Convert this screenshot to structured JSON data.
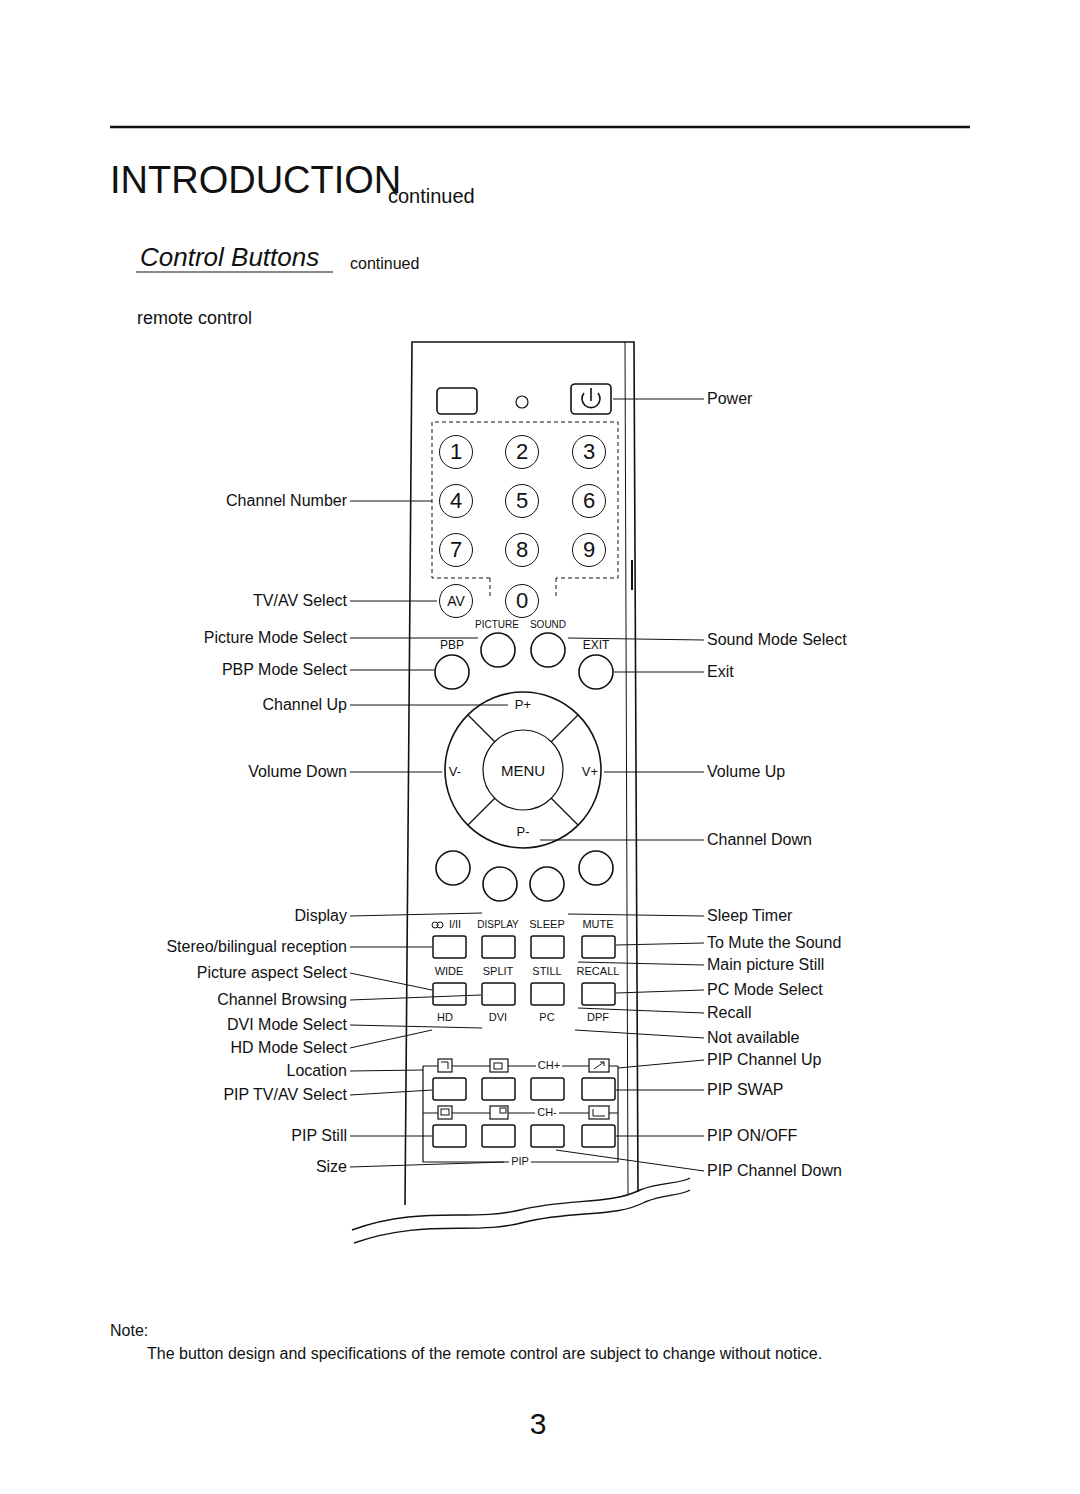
{
  "diagram": {
    "title": "INTRODUCTION",
    "nodes": [
      {
        "text": [
          "1"
        ]
      },
      {
        "text": [
          "2"
        ]
      },
      {
        "text": [
          "3"
        ]
      },
      {
        "text": [
          "4"
        ]
      },
      {
        "text": [
          "5"
        ]
      },
      {
        "text": [
          "6"
        ]
      },
      {
        "text": [
          "7"
        ]
      },
      {
        "text": [
          "8"
        ]
      },
      {
        "text": [
          "9"
        ]
      },
      {
        "text": [
          "AV"
        ]
      },
      {
        "text": [
          "0"
        ]
      },
      {
        "text": [
          "MENU"
        ]
      }
    ],
    "labels": [
      "continued",
      "Control Buttons",
      "continued",
      "remote control",
      "Power",
      "Channel Number",
      "TV/AV Select",
      "PICTURE",
      "SOUND",
      "Picture Mode Select",
      "Sound Mode Select",
      "PBP",
      "EXIT",
      "PBP Mode Select",
      "Exit",
      "P+",
      "Channel Up",
      "V-",
      "V+",
      "Volume Down",
      "Volume Up",
      "P-",
      "Channel Down",
      "Display",
      "I/II",
      "DISPLAY",
      "SLEEP",
      "MUTE",
      "Sleep Timer",
      "Stereo/bilingual reception",
      "To Mute the Sound",
      "Picture aspect Select",
      "WIDE",
      "SPLIT",
      "STILL",
      "RECALL",
      "Main picture Still",
      "Channel Browsing",
      "PC Mode Select",
      "DVI Mode Select",
      "HD",
      "DVI",
      "PC",
      "DPF",
      "Recall",
      "HD Mode Select",
      "Not available",
      "Location",
      "CH+",
      "PIP Channel Up",
      "PIP TV/AV Select",
      "PIP SWAP",
      "CH-",
      "PIP Still",
      "PIP ON/OFF",
      "Size",
      "PIP",
      "PIP Channel Down",
      "Note:",
      "The button design and specifications of the remote control are subject to change without notice.",
      "3"
    ]
  }
}
